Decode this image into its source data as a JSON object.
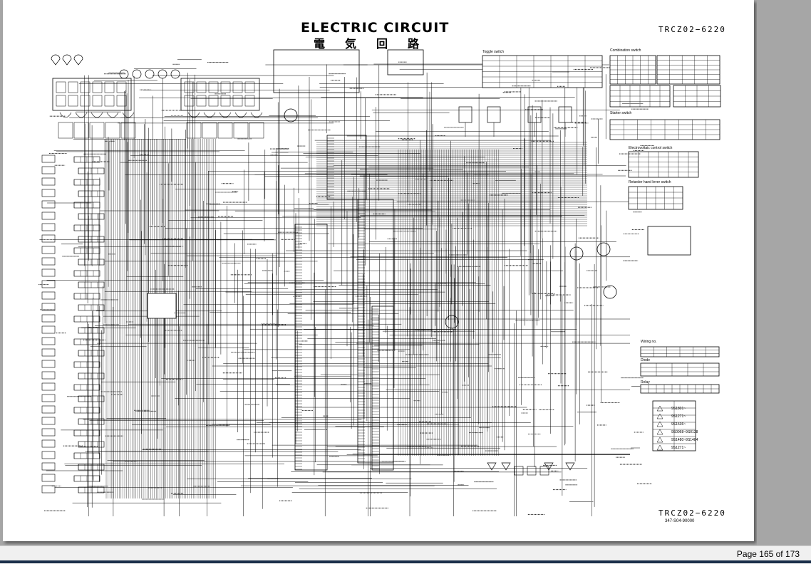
{
  "viewer": {
    "page_indicator": "Page 165 of 173"
  },
  "diagram": {
    "title": "ELECTRIC CIRCUIT",
    "title_jp": "電気回路",
    "doc_code_top": "TRCZ02−6220",
    "doc_code_bottom": "TRCZ02−6220",
    "part_number": "347-S04-90000",
    "tables": {
      "toggle_switch": "Toggle switch",
      "combination_switch": "Combination switch",
      "starter_switch": "Starter switch",
      "electro_control_switch": "Electrovoltaic control switch",
      "retarder_lever_switch": "Retarder hand lever switch",
      "wiring_no": "Wiring no.",
      "diode": "Diode",
      "relay": "Relay"
    },
    "revisions": [
      "9S1801~",
      "9S1271~",
      "9S1536~",
      "9S0068~9S0128",
      "9S1480~9S1484",
      "9S1271~"
    ]
  },
  "colors": {
    "line": "#000000",
    "page_bg": "#ffffff",
    "viewer_bg": "#a6a6a6",
    "statusbar_bg": "#f0f0f0"
  }
}
